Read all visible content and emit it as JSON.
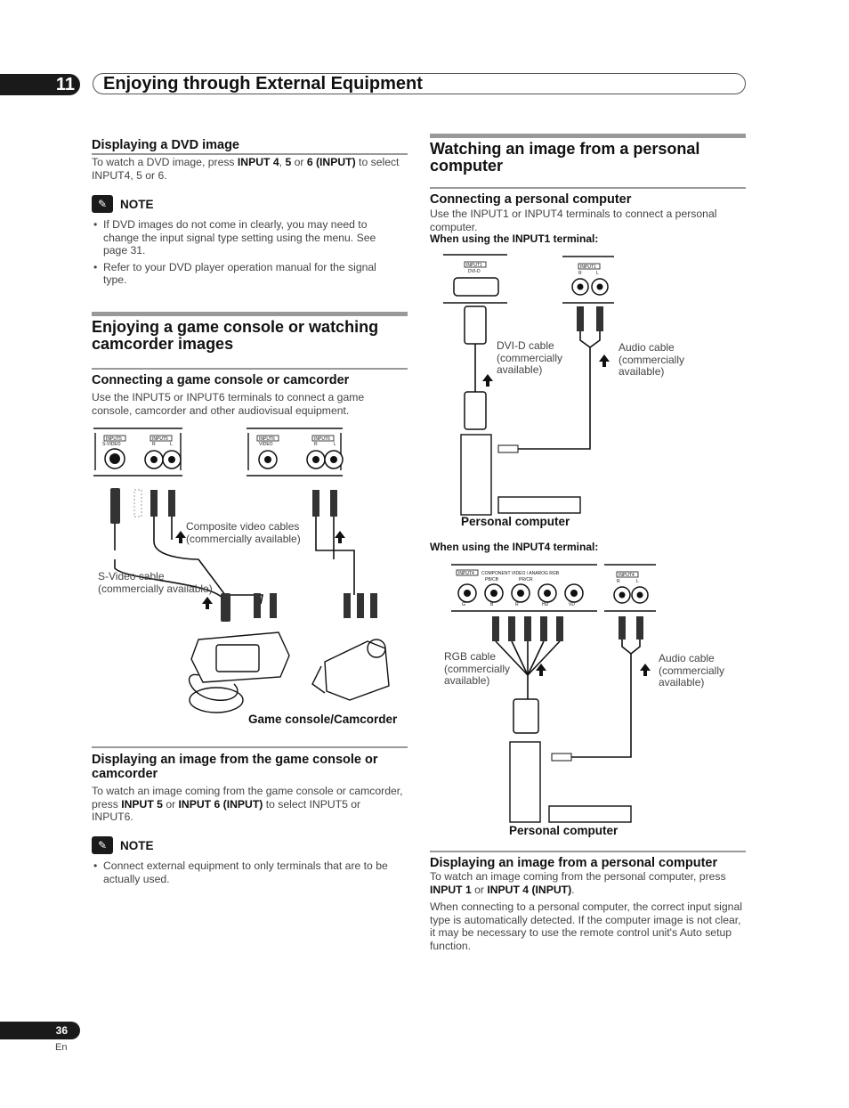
{
  "header": {
    "chapter_number": "11",
    "chapter_title": "Enjoying through External Equipment"
  },
  "dvd": {
    "title": "Displaying a DVD image",
    "text_1": "To watch a DVD image, press ",
    "key_1": "INPUT 4",
    "sep_1": ", ",
    "key_2": "5",
    "sep_2": " or ",
    "key_3": "6 (INPUT)",
    "text_2": " to select INPUT4, 5  or 6.",
    "note_label": "NOTE",
    "notes": [
      "If DVD images do not come in clearly, you may need to change the input signal type setting using the menu. See page 31.",
      "Refer to your DVD player operation manual for the signal type."
    ]
  },
  "game": {
    "title": "Enjoying a game console or watching camcorder images",
    "connect_title": "Connecting a game console or camcorder",
    "connect_text": "Use the INPUT5 or INPUT6 terminals to connect a game console, camcorder and other audiovisual equipment.",
    "diagram": {
      "terminals": [
        "INPUT5",
        "S-VIDEO",
        "INPUT5",
        "R",
        "L",
        "INPUT6",
        "VIDEO",
        "INPUT6",
        "R",
        "L"
      ],
      "composite_caption_1": "Composite video cables",
      "composite_caption_2": "(commercially available)",
      "svideo_caption_1": "S-Video cable",
      "svideo_caption_2": "(commercially available)",
      "device_label": "Game console/Camcorder"
    },
    "display_title": "Displaying an image from the game console or camcorder",
    "display_text_1": "To watch an image coming from the game console or camcorder, press ",
    "display_key_1": "INPUT 5",
    "display_sep": " or ",
    "display_key_2": "INPUT 6 (INPUT)",
    "display_text_2": " to select INPUT5 or INPUT6.",
    "note_label": "NOTE",
    "notes": [
      "Connect external equipment to only terminals that are to be actually used."
    ]
  },
  "pc": {
    "title": "Watching an image from a personal computer",
    "connect_title": "Connecting a personal computer",
    "connect_text": "Use the INPUT1 or INPUT4 terminals to connect a personal computer.",
    "input1_label": "When using the INPUT1 terminal:",
    "diagram1": {
      "terminals": [
        "INPUT1",
        "DVI-D",
        "INPUT1",
        "R",
        "L"
      ],
      "dvi_caption": [
        "DVI-D cable",
        "(commercially",
        "available)"
      ],
      "audio_caption": [
        "Audio cable",
        "(commercially",
        "available)"
      ],
      "device_label": "Personal computer"
    },
    "input4_label": "When using the INPUT4 terminal:",
    "diagram2": {
      "terminals": [
        "INPUT4",
        "COMPONENT VIDEO / ANAROG RGB",
        "PB/CB",
        "PR/CR",
        "G",
        "B",
        "R",
        "HD",
        "VD",
        "INPUT4",
        "R",
        "L"
      ],
      "rgb_caption": [
        "RGB cable",
        "(commercially",
        "available)"
      ],
      "audio_caption": [
        "Audio cable",
        "(commercially",
        "available)"
      ],
      "device_label": "Personal computer"
    },
    "display_title": "Displaying an image from a personal computer",
    "display_text_1": "To watch an image coming from the personal computer, press ",
    "display_key_1": "INPUT 1",
    "display_sep": " or ",
    "display_key_2": "INPUT 4 (INPUT)",
    "display_text_2": ".",
    "display_text_3": "When connecting to a personal computer, the correct input signal type is automatically detected. If the computer image is not clear, it may be necessary to use the remote control unit's Auto setup function."
  },
  "footer": {
    "page_number": "36",
    "language": "En"
  }
}
